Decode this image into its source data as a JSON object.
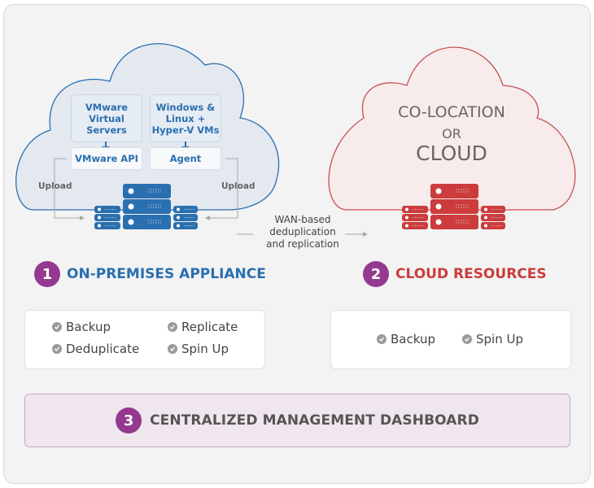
{
  "colors": {
    "onprem_blue": "#2a6fb0",
    "cloud_red": "#cc3c3c",
    "badge_purple": "#94398f",
    "dashboard_bg": "#efe6ee"
  },
  "onprem_cloud": {
    "sources": [
      {
        "label": "VMware Virtual Servers",
        "lines": [
          "VMware",
          "Virtual",
          "Servers"
        ],
        "via": "VMware API"
      },
      {
        "label": "Windows & Linux + Hyper-V VMs",
        "lines": [
          "Windows &",
          "Linux +",
          "Hyper-V VMs"
        ],
        "via": "Agent"
      }
    ],
    "upload_left": "Upload",
    "upload_right": "Upload",
    "server_icon": "server-stack-icon"
  },
  "link": {
    "lines": [
      "WAN-based",
      "deduplication",
      "and replication"
    ]
  },
  "remote_cloud": {
    "line1": "CO-LOCATION",
    "line2": "OR",
    "line3": "CLOUD",
    "server_icon": "server-stack-icon"
  },
  "sections": [
    {
      "number": "1",
      "title": "ON-PREMISES APPLIANCE",
      "features": [
        "Backup",
        "Replicate",
        "Deduplicate",
        "Spin Up"
      ]
    },
    {
      "number": "2",
      "title": "CLOUD RESOURCES",
      "features": [
        "Backup",
        "Spin Up"
      ]
    }
  ],
  "dashboard": {
    "number": "3",
    "title": "CENTRALIZED MANAGEMENT DASHBOARD"
  },
  "icons": {
    "check": "check-circle-icon",
    "arrow_down": "arrow-down-icon",
    "arrow_right": "arrow-right-icon"
  }
}
